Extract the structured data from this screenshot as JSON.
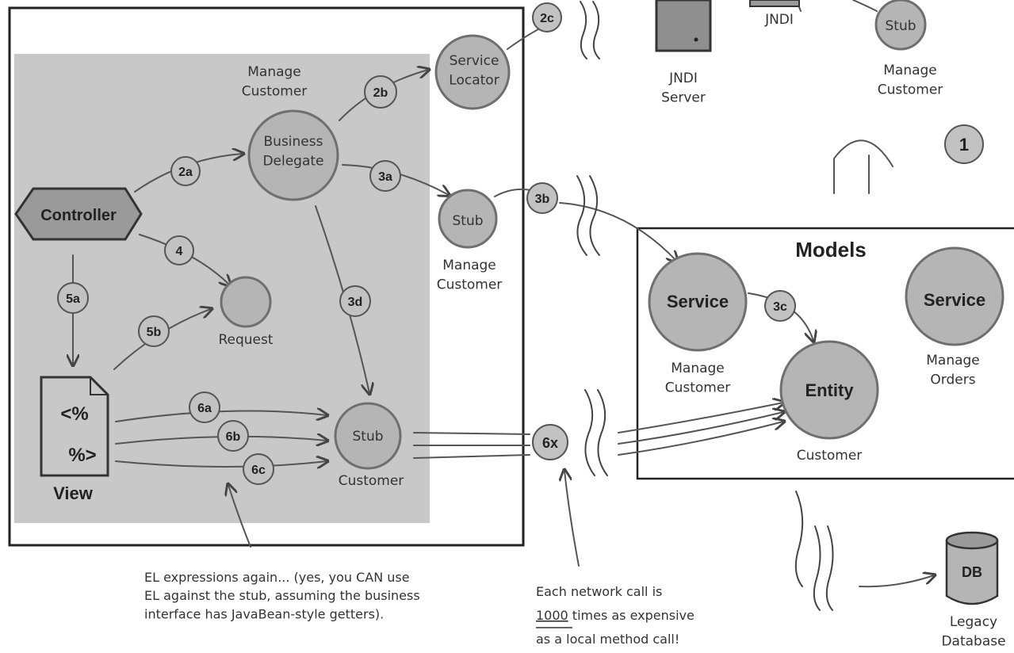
{
  "labels": {
    "jndi_top": "JNDI",
    "stub_top": "Stub",
    "manage_customer_top": "Manage\nCustomer",
    "jndi_server": "JNDI\nServer",
    "one": "1",
    "manage_customer_bd": "Manage\nCustomer",
    "business_delegate": "Business\nDelegate",
    "service_locator": "Service\nLocator",
    "stub_mid": "Stub",
    "manage_customer_stub": "Manage\nCustomer",
    "controller": "Controller",
    "request": "Request",
    "view": "View",
    "view_tag_1": "<%",
    "view_tag_2": "%>",
    "stub_bottom": "Stub",
    "customer_stub": "Customer",
    "models": "Models",
    "service_1": "Service",
    "service_2": "Service",
    "entity": "Entity",
    "manage_customer_models": "Manage\nCustomer",
    "manage_orders": "Manage\nOrders",
    "customer_entity": "Customer",
    "db": "DB",
    "legacy_db": "Legacy\nDatabase"
  },
  "steps": {
    "s2a": "2a",
    "s2b": "2b",
    "s2c": "2c",
    "s3a": "3a",
    "s3b": "3b",
    "s3c": "3c",
    "s3d": "3d",
    "s4": "4",
    "s5a": "5a",
    "s5b": "5b",
    "s6a": "6a",
    "s6b": "6b",
    "s6c": "6c",
    "s6x": "6x"
  },
  "notes": {
    "el_note": "EL expressions again... (yes, you CAN use\nEL against the stub, assuming the business\ninterface has JavaBean-style getters).",
    "network_note_pre": "Each network call is",
    "network_note_num": "1000",
    "network_note_mid": " times as expensive",
    "network_note_end": "as a local method call!"
  }
}
